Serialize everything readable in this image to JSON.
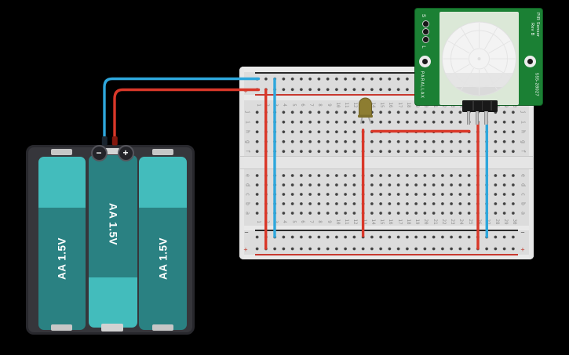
{
  "colors": {
    "board_body": "#dcdcdc",
    "rail_negative_line": "#2a2a2a",
    "rail_positive_line": "#c8392f",
    "wire_positive": "#d93829",
    "wire_negative": "#2ea7dc",
    "case_color": "#36363b",
    "cell_light": "#43bcbc",
    "cell_dark": "#2a8182",
    "pir_board": "#1b8034",
    "pir_lens": "#dbe8d7",
    "led_body": "#8d7d31"
  },
  "breadboard": {
    "column_numbers": [
      "1",
      "2",
      "3",
      "4",
      "5",
      "6",
      "7",
      "8",
      "9",
      "10",
      "11",
      "12",
      "13",
      "14",
      "15",
      "16",
      "17",
      "18",
      "19",
      "20",
      "21",
      "22",
      "23",
      "24",
      "25",
      "26",
      "27",
      "28",
      "29",
      "30"
    ],
    "row_letters_top": [
      "j",
      "i",
      "h",
      "g",
      "f"
    ],
    "row_letters_bottom": [
      "e",
      "d",
      "c",
      "b",
      "a"
    ],
    "rail_minus": "−",
    "rail_plus": "+"
  },
  "battery_pack": {
    "cell_labels": [
      "AA 1.5V",
      "AA 1.5V",
      "AA 1.5V"
    ],
    "terminal_minus": "−",
    "terminal_plus": "+"
  },
  "pir_sensor": {
    "title": "PIR Sensor",
    "revision": "Rev B",
    "part_number": "555-28027",
    "brand": "PARALLAX",
    "jumper_top_label": "S",
    "jumper_bottom_label": "L"
  }
}
